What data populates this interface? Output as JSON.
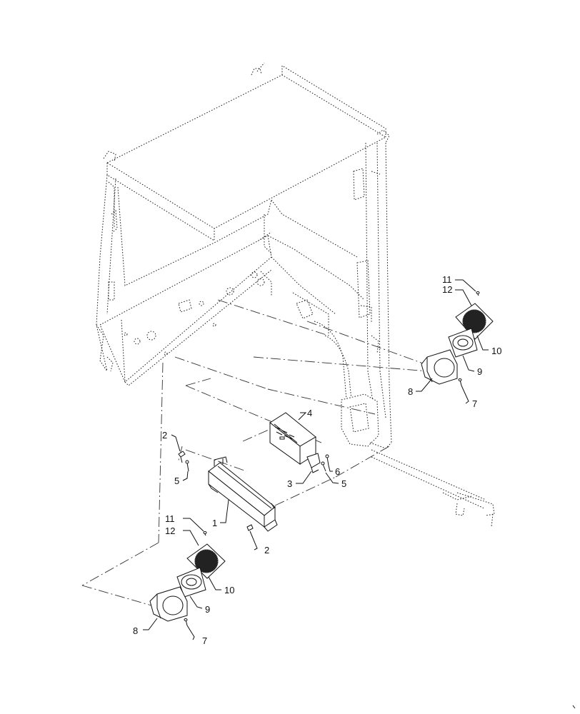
{
  "callouts": {
    "c1": "1",
    "c2a": "2",
    "c2b": "2",
    "c3": "3",
    "c4": "4",
    "c5a": "5",
    "c5b": "5",
    "c6": "6",
    "c7a": "7",
    "c7b": "7",
    "c8a": "8",
    "c8b": "8",
    "c9a": "9",
    "c9b": "9",
    "c10a": "10",
    "c10b": "10",
    "c11a": "11",
    "c11b": "11",
    "c12a": "12",
    "c12b": "12"
  }
}
